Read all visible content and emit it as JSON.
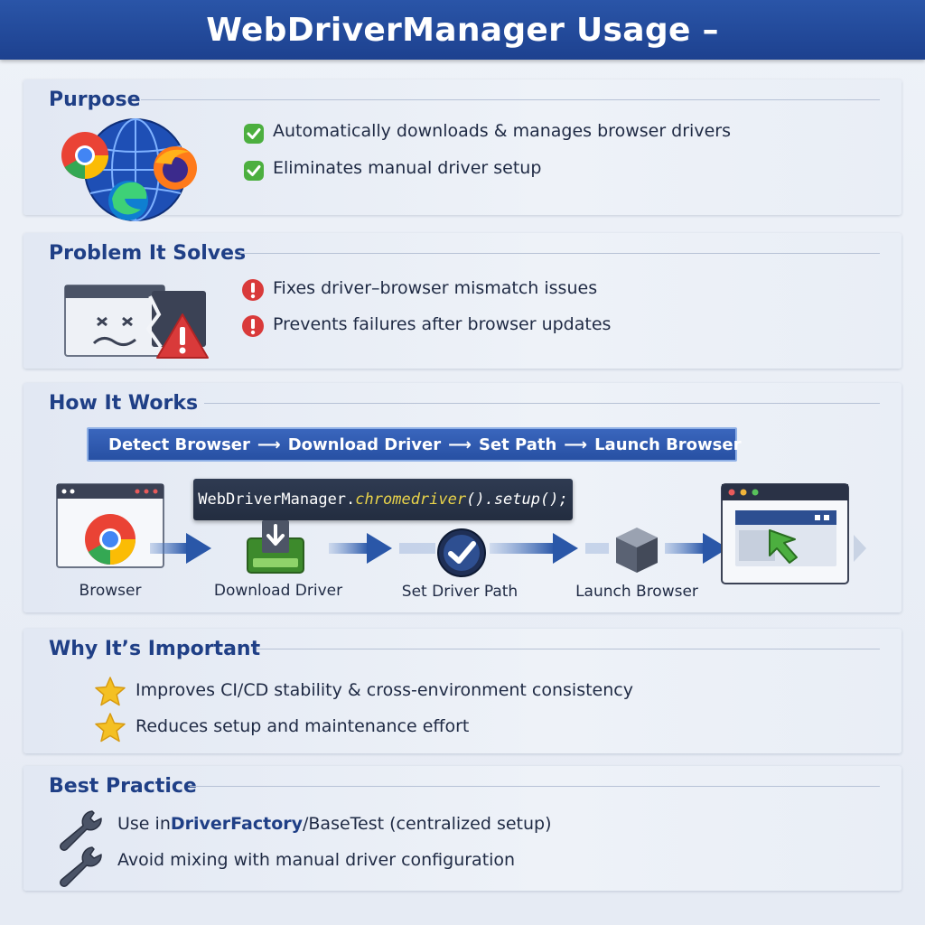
{
  "header": {
    "title": "WebDriverManager Usage –"
  },
  "purpose": {
    "title": "Purpose",
    "bullets": [
      "Automatically downloads & manages browser drivers",
      "Eliminates manual driver setup"
    ]
  },
  "problem": {
    "title": "Problem It Solves",
    "bullets": [
      "Fixes driver–browser mismatch issues",
      "Prevents failures after browser updates"
    ]
  },
  "how": {
    "title": "How It Works",
    "flow": [
      "Detect Browser",
      "Download Driver",
      "Set Path",
      "Launch Browser"
    ],
    "flow_arrow": "⟶",
    "code": {
      "prefix": "WebDriverManager.",
      "method": "chromedriver",
      "suffix": " ().setup();"
    },
    "steps": [
      "Browser",
      "Download Driver",
      "Set Driver Path",
      "Launch Browser"
    ]
  },
  "why": {
    "title": "Why It’s Important",
    "bullets": [
      "Improves CI/CD stability & cross-environment consistency",
      "Reduces setup and maintenance effort"
    ]
  },
  "best": {
    "title": "Best Practice",
    "bullet1": {
      "pre": "Use in ",
      "bold": "DriverFactory",
      "post": "/BaseTest (centralized setup)"
    },
    "bullet2": "Avoid mixing with manual driver configuration"
  },
  "colors": {
    "header": "#1d418f",
    "section_title": "#1f3f86",
    "check": "#4caf3f",
    "alert": "#d93a3a",
    "star": "#f4c023",
    "code_method": "#e9d34a"
  },
  "icons": [
    "globe-icon",
    "chrome-icon",
    "firefox-icon",
    "edge-icon",
    "check-icon",
    "broken-window-icon",
    "warning-icon",
    "alert-icon",
    "download-icon",
    "checkmark-circle-icon",
    "cube-icon",
    "cursor-icon",
    "star-icon",
    "wrench-icon"
  ]
}
